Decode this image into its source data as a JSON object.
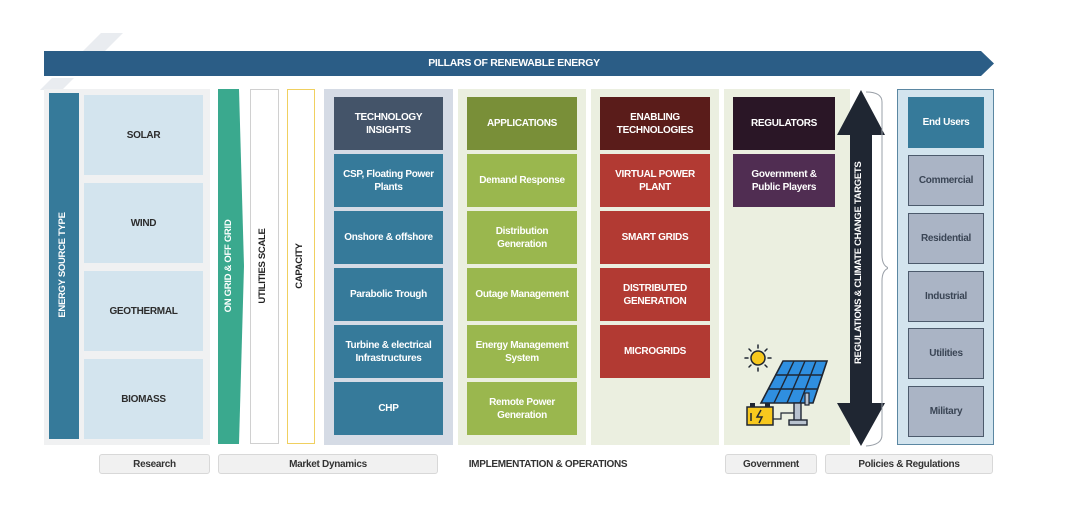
{
  "banner": {
    "title": "PILLARS OF RENEWABLE ENERGY"
  },
  "research": {
    "side_label": "ENERGY SOURCE TYPE",
    "sources": [
      "SOLAR",
      "WIND",
      "GEOTHERMAL",
      "BIOMASS"
    ]
  },
  "market_dynamics": {
    "grid_label": "ON GRID & OFF GRID",
    "utilities_label": "UTILITIES SCALE",
    "capacity_label": "CAPACITY"
  },
  "technology": {
    "header": "TECHNOLOGY INSIGHTS",
    "items": [
      "CSP, Floating Power Plants",
      "Onshore & offshore",
      "Parabolic Trough",
      "Turbine & electrical Infrastructures",
      "CHP"
    ]
  },
  "applications": {
    "header": "APPLICATIONS",
    "items": [
      "Demand Response",
      "Distribution Generation",
      "Outage Management",
      "Energy Management System",
      "Remote Power Generation"
    ]
  },
  "enabling": {
    "header": "ENABLING TECHNOLOGIES",
    "items": [
      "VIRTUAL POWER PLANT",
      "SMART GRIDS",
      "DISTRIBUTED GENERATION",
      "MICROGRIDS"
    ]
  },
  "regulators": {
    "header": "REGULATORS",
    "items": [
      "Government & Public Players"
    ],
    "illustration": "solar-panel-battery-icon"
  },
  "regulations_arrow": {
    "label": "REGULATIONS & CLIMATE CHANGE TARGETS"
  },
  "end_users": {
    "header": "End Users",
    "items": [
      "Commercial",
      "Residential",
      "Industrial",
      "Utilities",
      "Military"
    ]
  },
  "bottom_labels": {
    "research": "Research",
    "market_dynamics": "Market Dynamics",
    "implementation": "IMPLEMENTATION & OPERATIONS",
    "government": "Government",
    "policies": "Policies & Regulations"
  },
  "colors": {
    "banner": "#2b5d86",
    "energy_bar": "#367a9a",
    "source_tile": "#d3e4ee",
    "grid_green": "#3aa98e",
    "tech_header": "#445469",
    "tech_tile": "#367a9a",
    "app_header": "#798f38",
    "app_tile": "#9ab74e",
    "enable_header": "#5a1c1a",
    "enable_tile": "#b23a33",
    "reg_header": "#2a1626",
    "reg_tile": "#502d52",
    "arrow_dark": "#1f2632",
    "end_user_header": "#367a9a",
    "end_user_tile": "#aab4c5"
  }
}
